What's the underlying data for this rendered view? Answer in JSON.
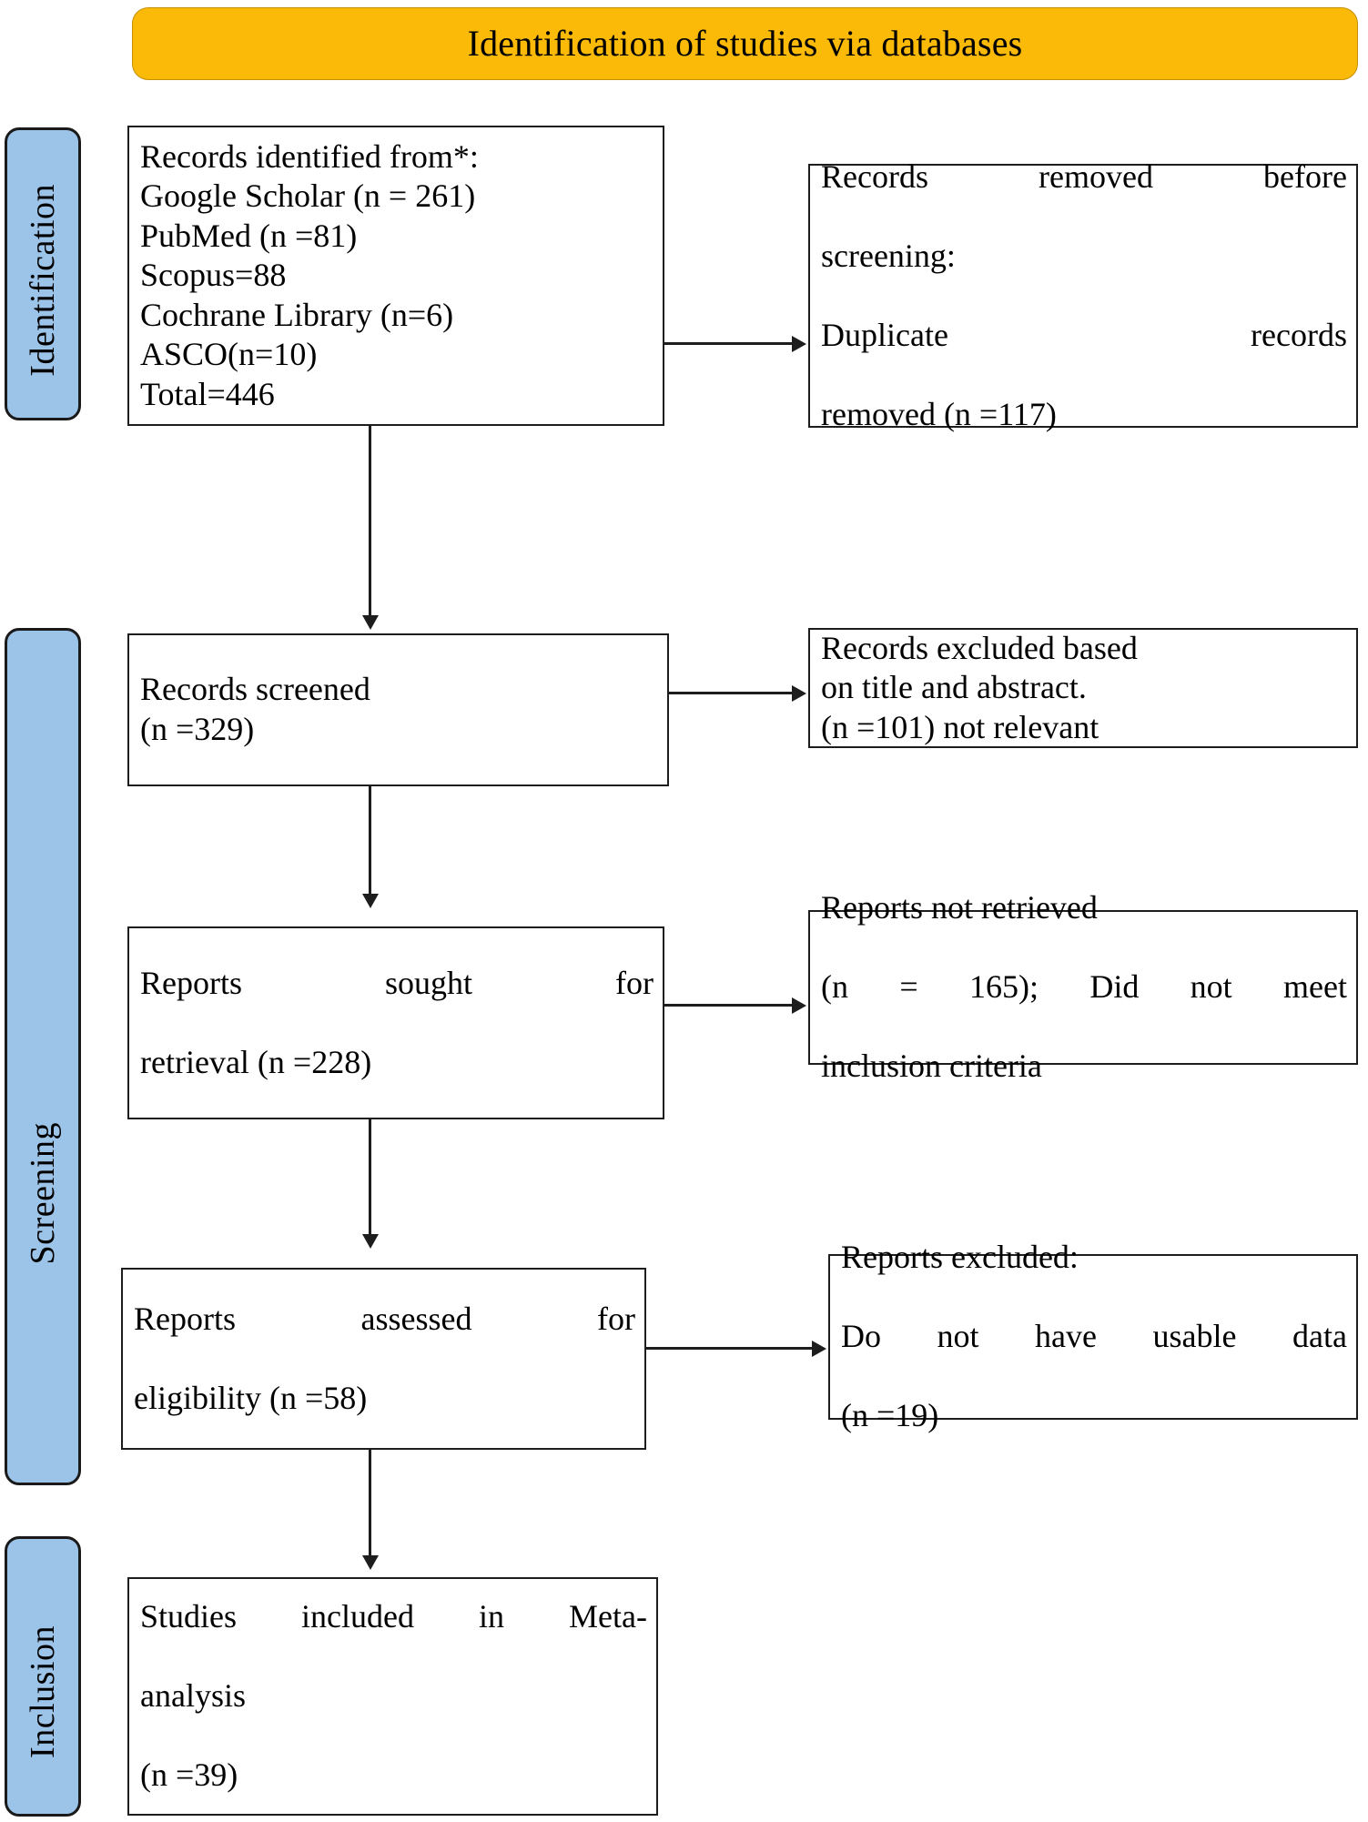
{
  "diagram": {
    "type": "prisma-flow-diagram",
    "header": {
      "title": "Identification of studies via databases",
      "background_color": "#FBBA07"
    },
    "stage_color": "#9CC3E8",
    "stages": [
      {
        "id": "identification",
        "label": "Identification"
      },
      {
        "id": "screening",
        "label": "Screening"
      },
      {
        "id": "inclusion",
        "label": "Inclusion"
      }
    ],
    "boxes": {
      "identified": {
        "lines": [
          "Records identified from*:",
          "Google Scholar (n = 261)",
          "PubMed (n =81)",
          "Scopus=88",
          "Cochrane Library (n=6)",
          "  ASCO(n=10)",
          "  Total=446"
        ],
        "text": "Records identified from*:\nGoogle Scholar (n = 261)\nPubMed (n =81)\nScopus=88\nCochrane Library (n=6)\n  ASCO(n=10)\n  Total=446"
      },
      "removed": {
        "line1": "Records removed before",
        "line2": "screening:",
        "line3": "Duplicate records",
        "line4": "removed (n =117)"
      },
      "screened": {
        "text": "Records screened\n(n =329)"
      },
      "excluded_title_abstract": {
        "text": "Records excluded based\non title and abstract.\n(n =101) not relevant"
      },
      "sought": {
        "line1": "Reports sought for",
        "line2": "retrieval (n =228)"
      },
      "not_retrieved": {
        "line1": "Reports not retrieved",
        "line2": "(n = 165); Did not meet",
        "line3": "inclusion criteria"
      },
      "assessed": {
        "line1": "Reports assessed for",
        "line2": "eligibility (n =58)"
      },
      "reports_excluded": {
        "line1": "Reports excluded:",
        "line2": " Do not have usable data",
        "line3": "(n =19)"
      },
      "included": {
        "line1": "Studies included in Meta-",
        "line2": "analysis",
        "line3": "(n =39)"
      }
    },
    "counts": {
      "google_scholar": 261,
      "pubmed": 81,
      "scopus": 88,
      "cochrane_library": 6,
      "asco": 10,
      "total_identified": 446,
      "duplicates_removed": 117,
      "records_screened": 329,
      "records_excluded_title_abstract": 101,
      "reports_sought": 228,
      "reports_not_retrieved": 165,
      "reports_assessed": 58,
      "reports_excluded": 19,
      "studies_included": 39
    }
  }
}
